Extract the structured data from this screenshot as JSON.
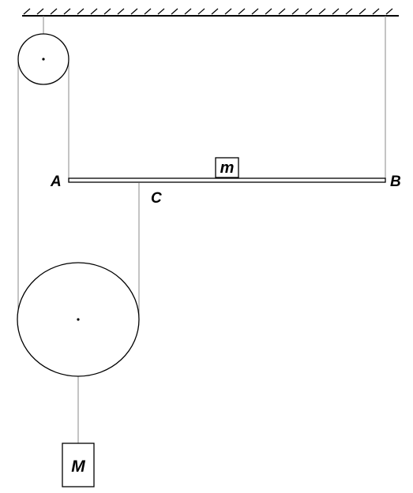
{
  "labels": {
    "point_a": "A",
    "point_b": "B",
    "point_c": "C",
    "rod_mass": "m",
    "hanging_mass": "M"
  },
  "colors": {
    "ink": "#000000",
    "rope": "#8a8a8a",
    "background": "#ffffff"
  }
}
